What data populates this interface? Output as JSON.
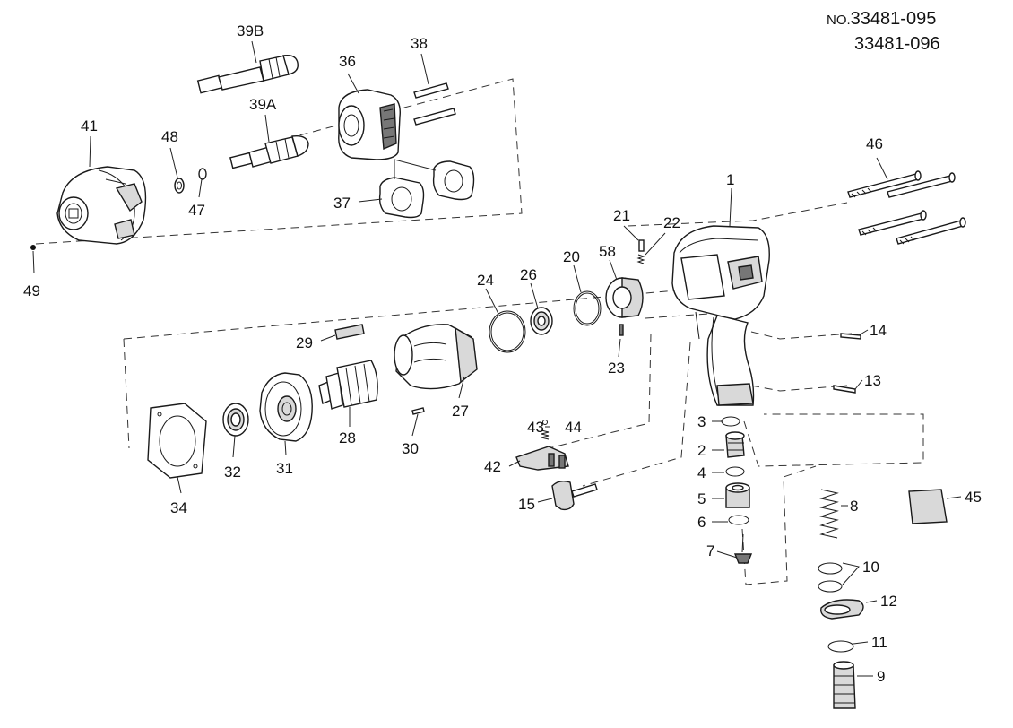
{
  "model": {
    "prefix": "NO.",
    "number_1": "33481-095",
    "number_2": "33481-096"
  },
  "callouts": {
    "p1": "1",
    "p2": "2",
    "p3": "3",
    "p4": "4",
    "p5": "5",
    "p6": "6",
    "p7": "7",
    "p8": "8",
    "p9": "9",
    "p10": "10",
    "p11": "11",
    "p12": "12",
    "p13": "13",
    "p14": "14",
    "p15": "15",
    "p20": "20",
    "p21": "21",
    "p22": "22",
    "p23": "23",
    "p24": "24",
    "p26": "26",
    "p27": "27",
    "p28": "28",
    "p29": "29",
    "p30": "30",
    "p31": "31",
    "p32": "32",
    "p34": "34",
    "p36": "36",
    "p37": "37",
    "p38": "38",
    "p39A": "39A",
    "p39B": "39B",
    "p41": "41",
    "p42": "42",
    "p43": "43",
    "p44": "44",
    "p45": "45",
    "p46": "46",
    "p47": "47",
    "p48": "48",
    "p49": "49",
    "p58": "58"
  }
}
